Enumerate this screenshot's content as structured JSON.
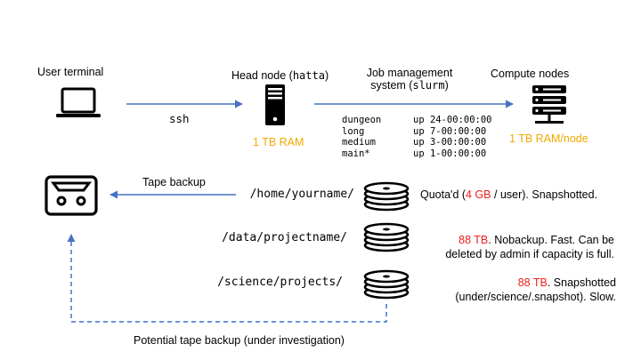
{
  "nodes": {
    "user_terminal": {
      "label": "User terminal"
    },
    "head_node": {
      "label_prefix": "Head node (",
      "label_code": "hatta",
      "label_suffix": ")",
      "ram": "1 TB RAM"
    },
    "compute_nodes": {
      "label": "Compute nodes",
      "ram": "1 TB RAM/node"
    }
  },
  "connections": {
    "ssh": "ssh",
    "job_mgmt_line1": "Job management",
    "job_mgmt_line2_prefix": "system (",
    "job_mgmt_line2_code": "slurm",
    "job_mgmt_line2_suffix": ")",
    "tape_backup": "Tape backup",
    "potential_tape_backup": "Potential tape backup (under investigation)"
  },
  "queues": [
    {
      "name": "dungeon",
      "limit": "up 24-00:00:00"
    },
    {
      "name": "long",
      "limit": "up 7-00:00:00"
    },
    {
      "name": "medium",
      "limit": "up 3-00:00:00"
    },
    {
      "name": "main*",
      "limit": "up 1-00:00:00"
    }
  ],
  "storage": [
    {
      "path": "/home/yourname/",
      "desc_line1_pre": "Quota'd (",
      "desc_line1_highlight": "4 GB",
      "desc_line1_post": " / user). Snapshotted.",
      "desc_line2": ""
    },
    {
      "path": "/data/projectname/",
      "desc_line1_highlight": "88 TB",
      "desc_line1_post": ". Nobackup. Fast. Can be",
      "desc_line2": "deleted by admin if capacity is full."
    },
    {
      "path": "/science/projects/",
      "desc_line1_highlight": "88 TB",
      "desc_line1_post": ". Snapshotted",
      "desc_line2": "(under/science/.snapshot). Slow."
    }
  ],
  "colors": {
    "arrow": "#4472c4",
    "ram": "#f2a900",
    "capacity": "#e8201a"
  },
  "icons": [
    "laptop-icon",
    "server-tower-icon",
    "server-rack-icon",
    "tape-cassette-icon",
    "disk-stack-icon"
  ]
}
